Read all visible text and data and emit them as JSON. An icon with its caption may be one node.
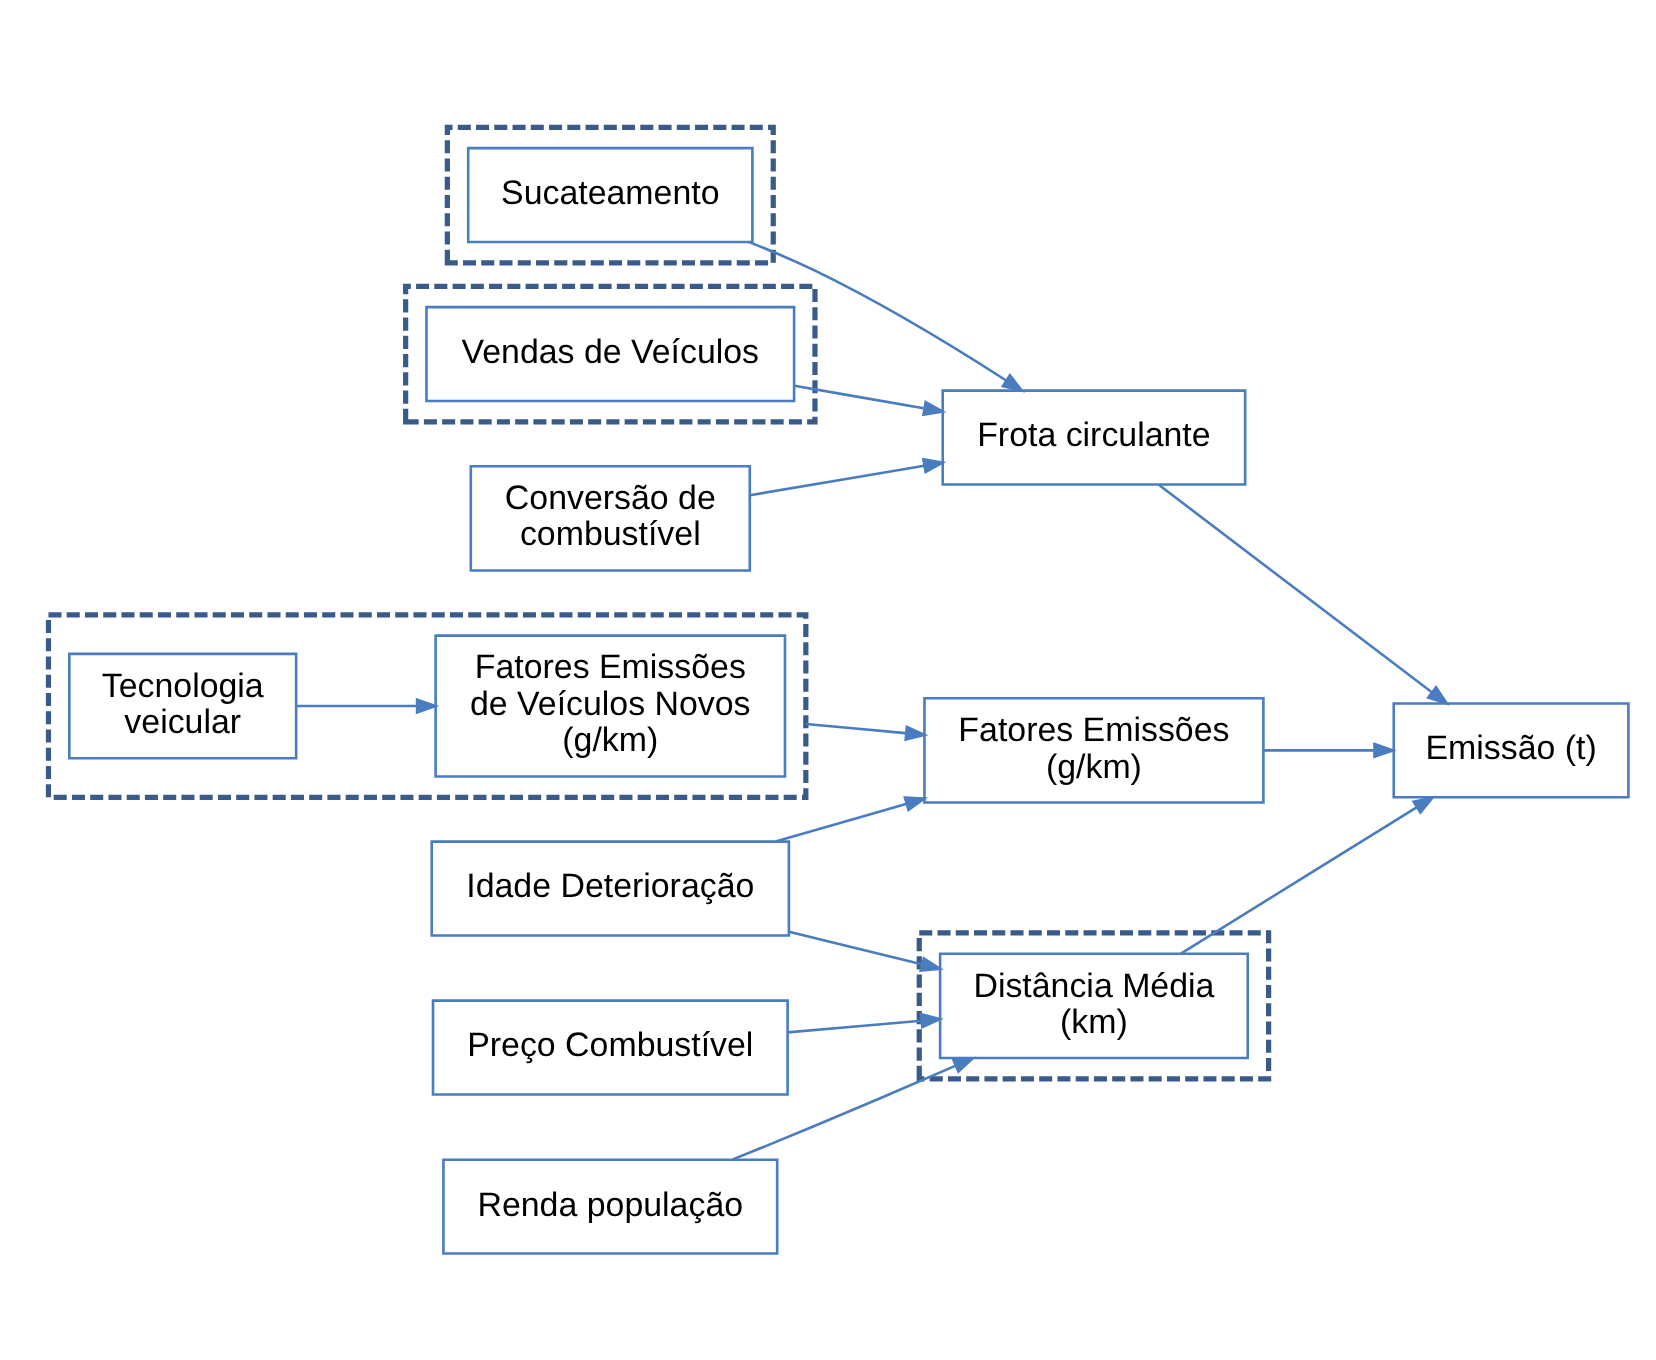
{
  "diagram": {
    "nodes": [
      {
        "text": [],
        "shape": "box"
      },
      {
        "text": [
          "Sucateamento"
        ],
        "in": 0
      },
      {
        "text": [],
        "shape": "box"
      },
      {
        "text": [
          "Vendas de Veículos"
        ],
        "in": 2
      },
      {
        "text": [
          "Conversão de combustível"
        ]
      },
      {
        "text": [
          "Frota circulante"
        ]
      },
      {
        "text": [],
        "shape": "box"
      },
      {
        "text": [
          "Tecnologia veicular"
        ],
        "in": 6
      },
      {
        "text": [
          "Fatores Emissões de Veículos Novos (g/km)"
        ],
        "in": 6
      },
      {
        "text": [
          "Fatores Emissões (g/km)"
        ]
      },
      {
        "text": [
          "Emissão (t)"
        ]
      },
      {
        "text": [
          "Idade Deterioração"
        ]
      },
      {
        "text": [
          "Preço Combustível"
        ]
      },
      {
        "text": [],
        "shape": "box"
      },
      {
        "text": [
          "Distância Média (km)"
        ],
        "in": 13
      },
      {
        "text": [
          "Renda população"
        ]
      }
    ],
    "edges": [
      {
        "from": 1,
        "to": 5,
        "arrow": "to"
      },
      {
        "from": 3,
        "to": 5,
        "arrow": "to"
      },
      {
        "from": 4,
        "to": 5,
        "arrow": "to"
      },
      {
        "from": 7,
        "to": 8,
        "arrow": "to"
      },
      {
        "from": 6,
        "to": 9,
        "arrow": "to"
      },
      {
        "from": 5,
        "to": 10,
        "arrow": "to"
      },
      {
        "from": 9,
        "to": 10,
        "arrow": "to"
      },
      {
        "from": 14,
        "to": 10,
        "arrow": "to"
      },
      {
        "from": 11,
        "to": 9,
        "arrow": "to"
      },
      {
        "from": 11,
        "to": 14,
        "arrow": "to"
      },
      {
        "from": 12,
        "to": 14,
        "arrow": "to"
      },
      {
        "from": 15,
        "to": 14,
        "arrow": "to"
      }
    ]
  }
}
